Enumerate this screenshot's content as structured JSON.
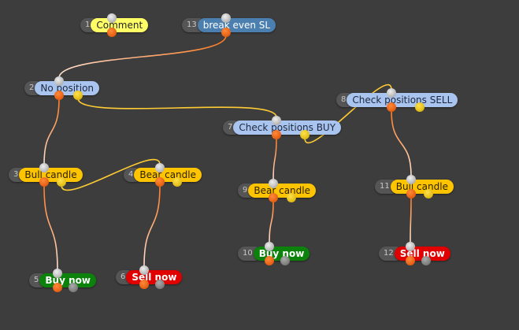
{
  "colors": {
    "background": "#3d3d3d",
    "wire_true": "#ff7a20",
    "wire_false": "#ffcc33",
    "wire_in": "#ffe0d0"
  },
  "nodes": [
    {
      "id": "1",
      "label": "Comment",
      "kind": "comment"
    },
    {
      "id": "13",
      "label": "break even SL",
      "kind": "break"
    },
    {
      "id": "2",
      "label": "No position",
      "kind": "pos"
    },
    {
      "id": "8",
      "label": "Check positions SELL",
      "kind": "pos"
    },
    {
      "id": "7",
      "label": "Check positions BUY",
      "kind": "pos"
    },
    {
      "id": "3",
      "label": "Bull candle",
      "kind": "candle"
    },
    {
      "id": "4",
      "label": "Bear candle",
      "kind": "candle"
    },
    {
      "id": "9",
      "label": "Bear candle",
      "kind": "candle"
    },
    {
      "id": "11",
      "label": "Bull candle",
      "kind": "candle"
    },
    {
      "id": "10",
      "label": "Buy now",
      "kind": "buy"
    },
    {
      "id": "12",
      "label": "Sell now",
      "kind": "sell"
    },
    {
      "id": "5",
      "label": "Buy now",
      "kind": "buy"
    },
    {
      "id": "6",
      "label": "Sell now",
      "kind": "sell"
    }
  ],
  "connections": [
    {
      "from": "13",
      "to": "2",
      "port": "true"
    },
    {
      "from": "2",
      "to": "3",
      "port": "true"
    },
    {
      "from": "2",
      "to": "7",
      "port": "false"
    },
    {
      "from": "7",
      "to": "8",
      "port": "false"
    },
    {
      "from": "7",
      "to": "9",
      "port": "true"
    },
    {
      "from": "8",
      "to": "11",
      "port": "true"
    },
    {
      "from": "3",
      "to": "4",
      "port": "false"
    },
    {
      "from": "3",
      "to": "5",
      "port": "true"
    },
    {
      "from": "4",
      "to": "6",
      "port": "true"
    },
    {
      "from": "9",
      "to": "10",
      "port": "true"
    },
    {
      "from": "11",
      "to": "12",
      "port": "true"
    }
  ]
}
